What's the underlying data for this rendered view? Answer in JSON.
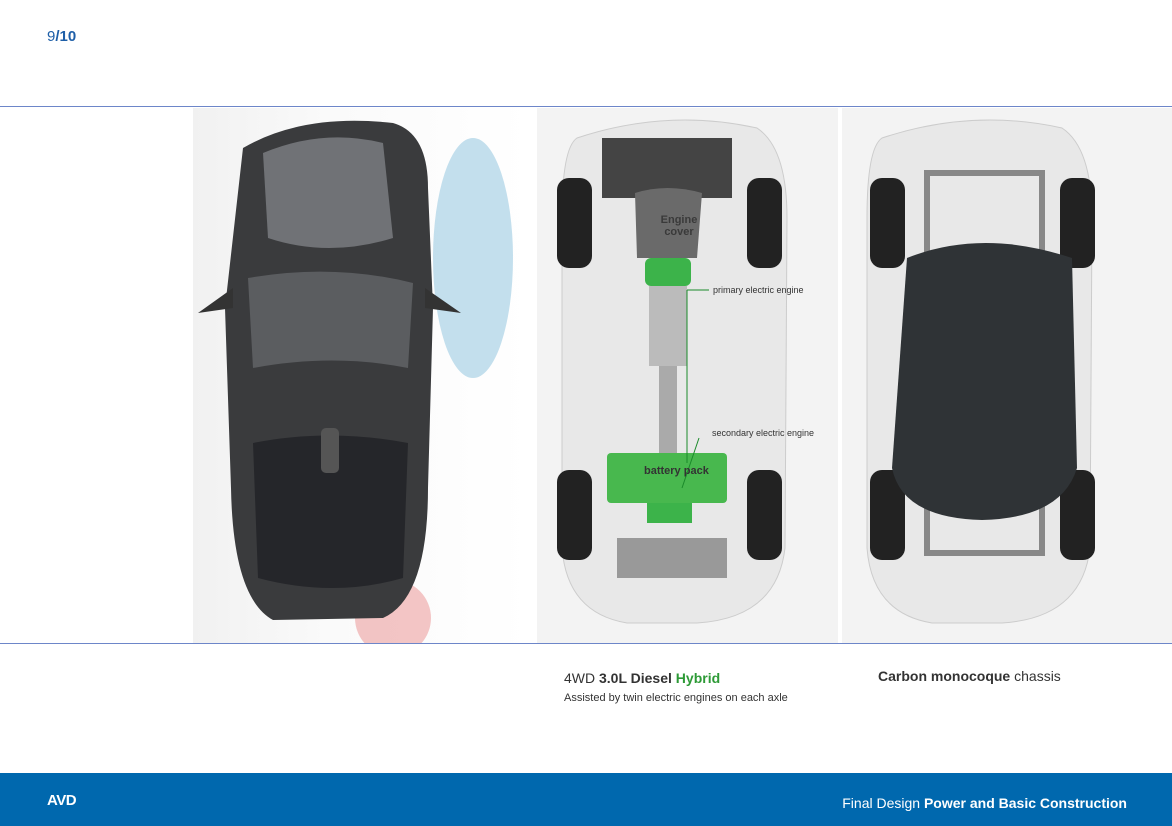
{
  "page": {
    "current": "9",
    "total": "10",
    "separator": "/"
  },
  "diagram": {
    "engine_cover": "Engine cover",
    "primary": "primary electric engine",
    "secondary": "secondary electric engine",
    "battery": "battery pack"
  },
  "captions": {
    "powertrain": {
      "prefix": "4WD ",
      "engine": "3.0L Diesel ",
      "hybrid": "Hybrid",
      "sub": "Assisted by twin electric engines on each axle"
    },
    "chassis": {
      "bold": "Carbon monocoque",
      "rest": " chassis"
    }
  },
  "footer": {
    "logo": "AVD",
    "title_light": "Final Design ",
    "title_bold": "Power and Basic Construction"
  },
  "colors": {
    "accent": "#0068ae",
    "green": "#2d9a36"
  }
}
